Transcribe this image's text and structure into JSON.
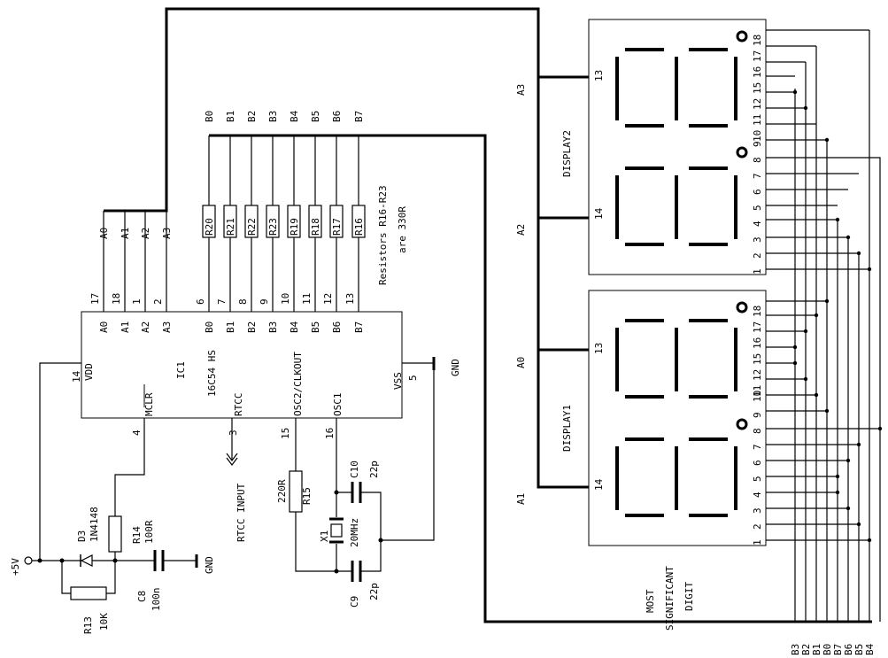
{
  "ic": {
    "ref": "IC1",
    "part": "16C54 HS",
    "pins": {
      "vdd": {
        "num": "14",
        "name": "VDD"
      },
      "mclr": {
        "num": "4",
        "name": "MCLR"
      },
      "rtcc": {
        "num": "3",
        "name": "RTCC"
      },
      "osc2": {
        "num": "15",
        "name": "OSC2/CLKOUT"
      },
      "osc1": {
        "num": "16",
        "name": "OSC1"
      },
      "vss": {
        "num": "5",
        "name": "VSS"
      },
      "top": [
        {
          "num": "17",
          "name": "A0"
        },
        {
          "num": "18",
          "name": "A1"
        },
        {
          "num": "1",
          "name": "A2"
        },
        {
          "num": "2",
          "name": "A3"
        },
        {
          "num": "6",
          "name": "B0"
        },
        {
          "num": "7",
          "name": "B1"
        },
        {
          "num": "8",
          "name": "B2"
        },
        {
          "num": "9",
          "name": "B3"
        },
        {
          "num": "10",
          "name": "B4"
        },
        {
          "num": "11",
          "name": "B5"
        },
        {
          "num": "12",
          "name": "B6"
        },
        {
          "num": "13",
          "name": "B7"
        }
      ]
    }
  },
  "a_lines": [
    "A0",
    "A1",
    "A2",
    "A3"
  ],
  "b_lines": [
    "B0",
    "B1",
    "B2",
    "B3",
    "B4",
    "B5",
    "B6",
    "B7"
  ],
  "resistors_b": [
    "R20",
    "R21",
    "R22",
    "R23",
    "R19",
    "R18",
    "R17",
    "R16"
  ],
  "resistor_note": {
    "line1": "Resistors R16-R23",
    "line2": "are 330R"
  },
  "gnd_label": "GND",
  "supply_label": "+5V",
  "rtcc_input_label": "RTCC INPUT",
  "components": {
    "r14": {
      "ref": "R14",
      "value": "100R"
    },
    "r13": {
      "ref": "R13",
      "value": "10K"
    },
    "d3": {
      "ref": "D3",
      "value": "1N4148"
    },
    "c8": {
      "ref": "C8",
      "value": "100n"
    },
    "r15": {
      "ref": "R15",
      "value": "220R"
    },
    "c10": {
      "ref": "C10",
      "value": "22p"
    },
    "c9": {
      "ref": "C9",
      "value": "22p"
    },
    "x1": {
      "ref": "X1",
      "value": "20MHz"
    }
  },
  "display_labels": {
    "display2": "DISPLAY2",
    "display1": "DISPLAY1"
  },
  "display2_side": {
    "top": "A3",
    "bottom": "A2"
  },
  "display1_side": {
    "top": "A0",
    "bottom": "A1"
  },
  "display_side_pins": {
    "top": "13",
    "bottom": "14"
  },
  "display_right_pins": [
    "18",
    "17",
    "16",
    "15",
    "12",
    "11",
    "10",
    "9",
    "8",
    "7",
    "6",
    "5",
    "4",
    "3",
    "2",
    "1"
  ],
  "msd_note": {
    "line1": "MOST",
    "line2": "SIGNIFICANT",
    "line3": "DIGIT"
  },
  "bottom_bus_labels": [
    "B3",
    "B2",
    "B1",
    "B0",
    "B7",
    "B6",
    "B5",
    "B4"
  ]
}
